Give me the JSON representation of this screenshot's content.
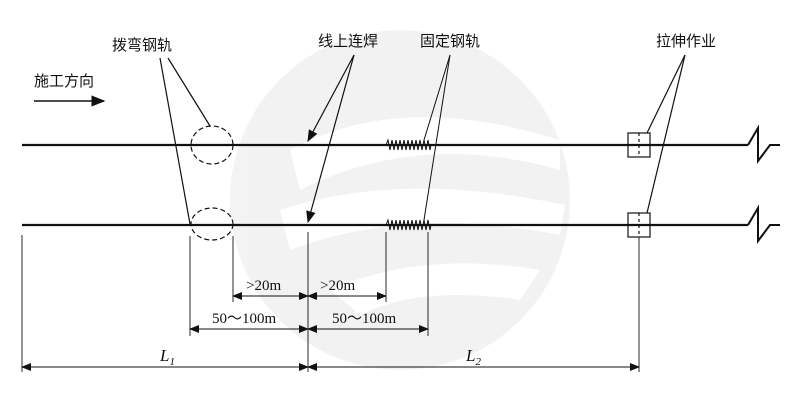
{
  "labels": {
    "bend_rail": "拨弯钢轨",
    "in_line_weld": "线上连焊",
    "fixed_rail": "固定钢轨",
    "stretching": "拉伸作业",
    "construction_direction": "施工方向"
  },
  "dimensions": {
    "gt20_left": ">20m",
    "gt20_right": ">20m",
    "range_left": "50～100m",
    "range_right": "50～100m"
  },
  "lengths": {
    "l1_main": "L",
    "l1_sub": "1",
    "l2_main": "L",
    "l2_sub": "2"
  },
  "icons": {
    "watermark": "circular-logo-watermark",
    "direction": "arrow-right-icon",
    "break": "break-symbol-icon"
  }
}
